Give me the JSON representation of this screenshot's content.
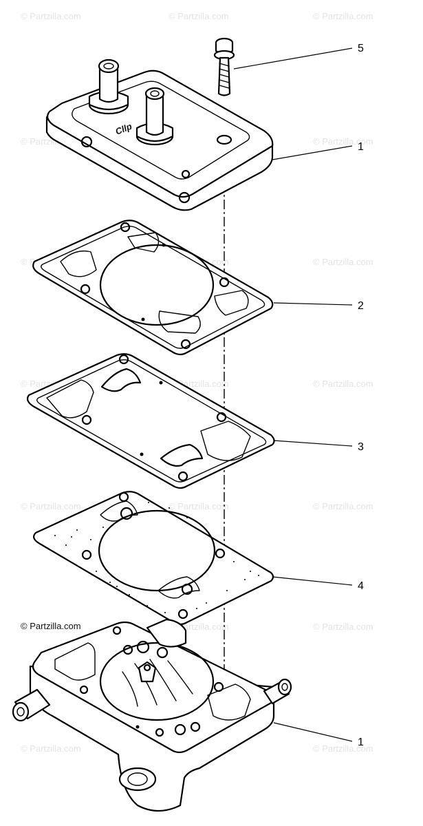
{
  "watermark": {
    "text": "© Partzilla.com",
    "color": "#e3e3e3"
  },
  "copyright": "© Partzilla.com",
  "callouts": [
    {
      "id": "callout-5",
      "label": "5"
    },
    {
      "id": "callout-1-top",
      "label": "1"
    },
    {
      "id": "callout-2",
      "label": "2"
    },
    {
      "id": "callout-3",
      "label": "3"
    },
    {
      "id": "callout-4",
      "label": "4"
    },
    {
      "id": "callout-1-bottom",
      "label": "1"
    }
  ],
  "cover_marking": "Cllp",
  "colors": {
    "ink": "#000000",
    "background": "#ffffff"
  }
}
